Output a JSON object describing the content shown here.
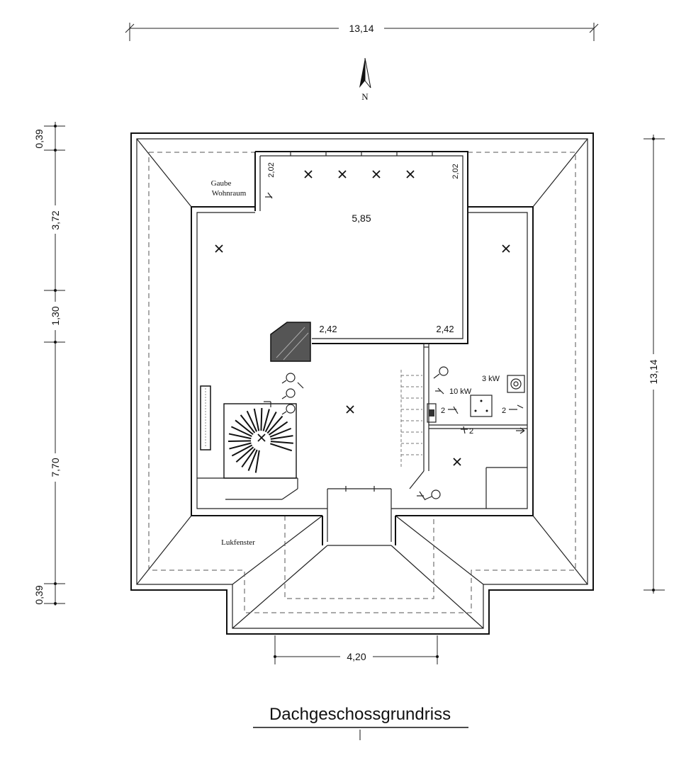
{
  "title": "Dachgeschossgrundriss",
  "north_label": "N",
  "room_labels": {
    "gaube_line1": "Gaube",
    "gaube_line2": "Wohnraum",
    "lukfenster": "Lukfenster"
  },
  "dimensions": {
    "top_width": "13,14",
    "right_height": "13,14",
    "bottom_width": "4,20",
    "left_seg1": "0,39",
    "left_seg2": "3,72",
    "left_seg3": "1,30",
    "left_seg4": "7,70",
    "left_seg5": "0,39",
    "dormer_width": "5,85",
    "dormer_left_height": "2,02",
    "dormer_right_height": "2,02",
    "dormer_low_left": "2,42",
    "dormer_low_right": "2,42"
  },
  "electrical": {
    "power_3kw": "3 kW",
    "power_10kw": "10 kW",
    "socket_a": "2",
    "socket_b": "2",
    "socket_c": "2"
  }
}
